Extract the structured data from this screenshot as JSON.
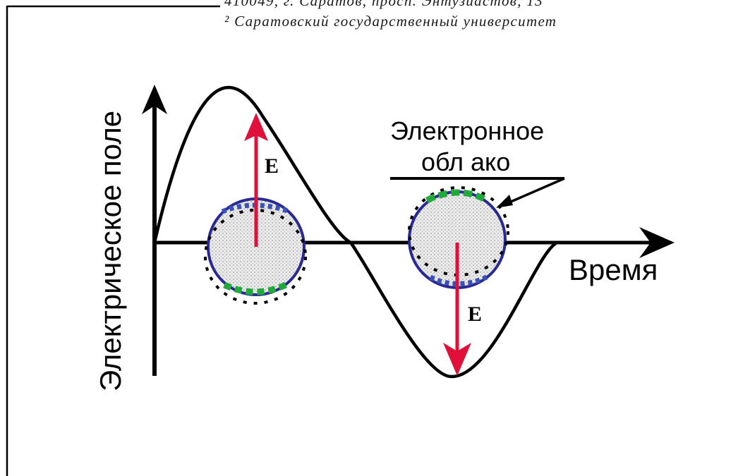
{
  "header": {
    "line1": "410049, г. Саратов, просп. Энтузиастов, 13",
    "line2": "² Саратовский государственный университет"
  },
  "diagram": {
    "y_axis_label": "Электрическое поле",
    "x_axis_label": "Время",
    "field_label_upper": "E",
    "field_label_lower": "E",
    "cloud_label_line1": "Электронное",
    "cloud_label_line2": "обл ако",
    "colors": {
      "curve": "#000000",
      "field_arrow": "#e0103a",
      "circle_outline": "#2a2a96",
      "cloud_dots_blue": "#3a52b8",
      "cloud_dots_green": "#1faa3a",
      "circle_fill": "#d8d8d8"
    }
  }
}
